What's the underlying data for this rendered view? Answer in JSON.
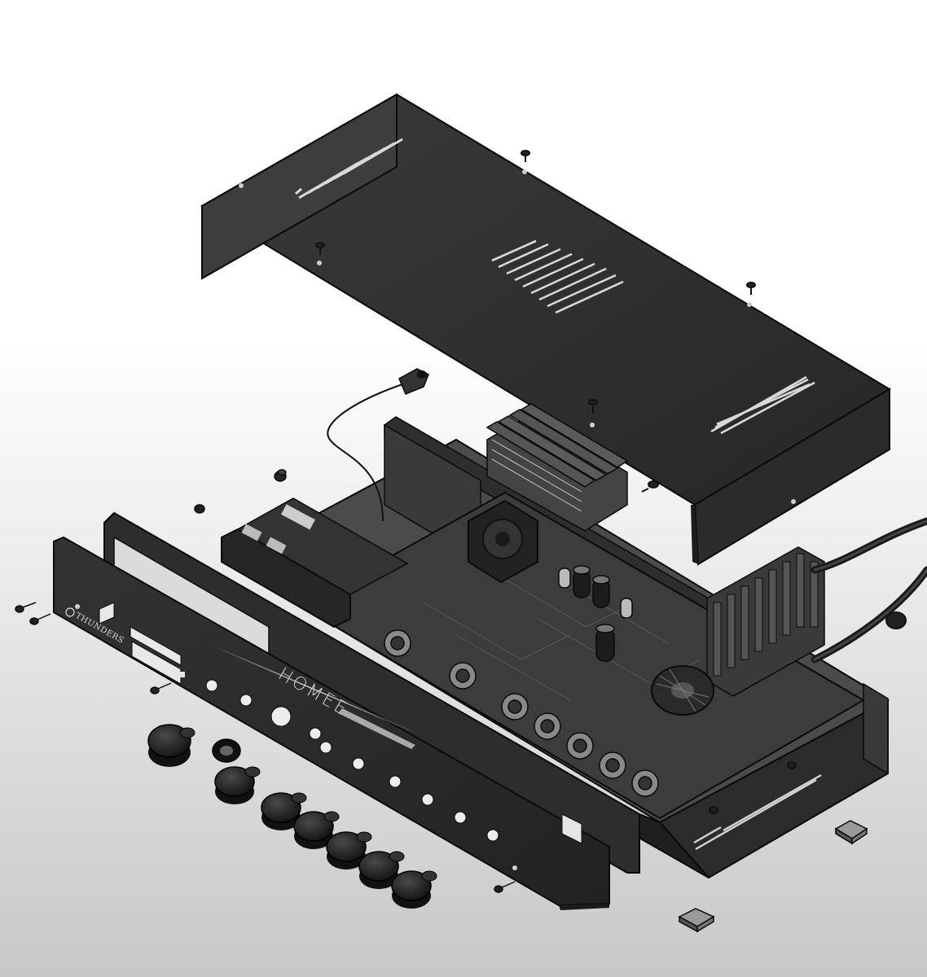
{
  "figure": {
    "kind": "exploded isometric assembly view",
    "style": "grayscale CAD render"
  },
  "front_panel": {
    "brand_label": "THUNDERS",
    "model_label": "HOMEE"
  },
  "icons": [
    "screw-icon",
    "knob-icon",
    "rubber-foot-icon",
    "fan-icon",
    "heatsink-icon",
    "capacitor-icon",
    "rca-jack-icon"
  ],
  "colors": {
    "background_top": "#ffffff",
    "background_bottom": "#c9c9c9",
    "sheet_metal_dark": "#2a2a2a",
    "sheet_metal_mid": "#4a4a4a",
    "pcb": "#3c3c3c",
    "knob": "#161616",
    "edge": "#0a0a0a"
  }
}
